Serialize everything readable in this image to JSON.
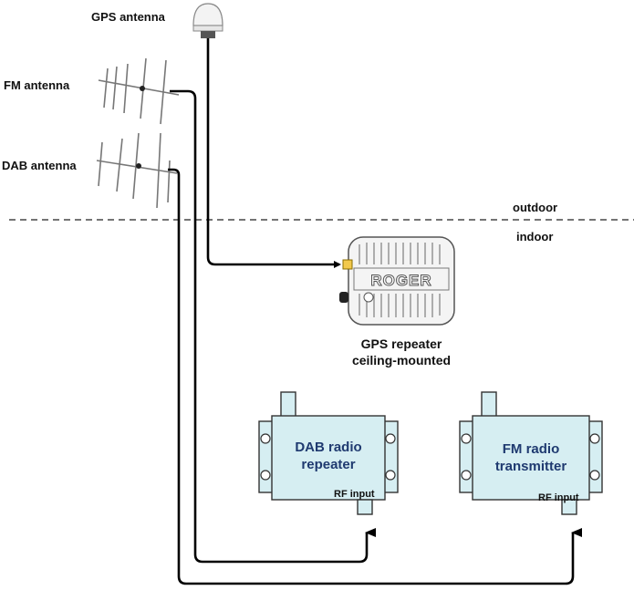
{
  "labels": {
    "gps_antenna": "GPS antenna",
    "fm_antenna": "FM antenna",
    "dab_antenna": "DAB antenna",
    "outdoor": "outdoor",
    "indoor": "indoor",
    "gps_repeater_line1": "GPS repeater",
    "gps_repeater_line2": "ceiling-mounted",
    "dab_box_line1": "DAB radio",
    "dab_box_line2": "repeater",
    "fm_box_line1": "FM radio",
    "fm_box_line2": "transmitter",
    "rf_input_dab": "RF input",
    "rf_input_fm": "RF input",
    "repeater_logo": "ROGER"
  },
  "colors": {
    "box_fill": "#d6eef2",
    "box_stroke": "#333333",
    "box_text": "#1f3a70",
    "cable": "#000000",
    "connector": "#f2c94c"
  },
  "icons": [
    "gps-antenna-icon",
    "yagi-antenna-icon",
    "gps-repeater-icon"
  ]
}
